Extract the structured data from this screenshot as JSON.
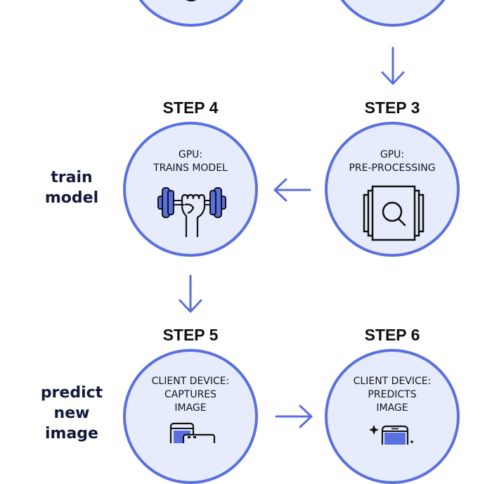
{
  "colors": {
    "accent": "#5a6fe0",
    "circle_fill": "#e6ecfb",
    "text_dark": "#0f0f14",
    "side_label": "#121a3a"
  },
  "flow": {
    "side_labels": {
      "train": "train\nmodel",
      "predict": "predict\nnew\nimage"
    },
    "steps": [
      {
        "id": "step-1",
        "title": "",
        "label": "",
        "icon": "partially-visible-icon"
      },
      {
        "id": "step-2",
        "title": "",
        "label": "",
        "icon": "chip-icon"
      },
      {
        "id": "step-3",
        "title": "STEP 3",
        "label": "GPU:\nPRE-PROCESSING",
        "icon": "processor-search-icon"
      },
      {
        "id": "step-4",
        "title": "STEP 4",
        "label": "GPU:\nTRAINS MODEL",
        "icon": "dumbbell-fist-icon"
      },
      {
        "id": "step-5",
        "title": "STEP 5",
        "label": "CLIENT DEVICE:\nCAPTURES\nIMAGE",
        "icon": "device-capture-icon"
      },
      {
        "id": "step-6",
        "title": "STEP 6",
        "label": "CLIENT DEVICE:\nPREDICTS\nIMAGE",
        "icon": "device-predict-icon"
      }
    ],
    "arrows": [
      {
        "from": "step-2",
        "to": "step-3",
        "direction": "down"
      },
      {
        "from": "step-3",
        "to": "step-4",
        "direction": "left"
      },
      {
        "from": "step-4",
        "to": "step-5",
        "direction": "down"
      },
      {
        "from": "step-5",
        "to": "step-6",
        "direction": "right"
      }
    ]
  }
}
